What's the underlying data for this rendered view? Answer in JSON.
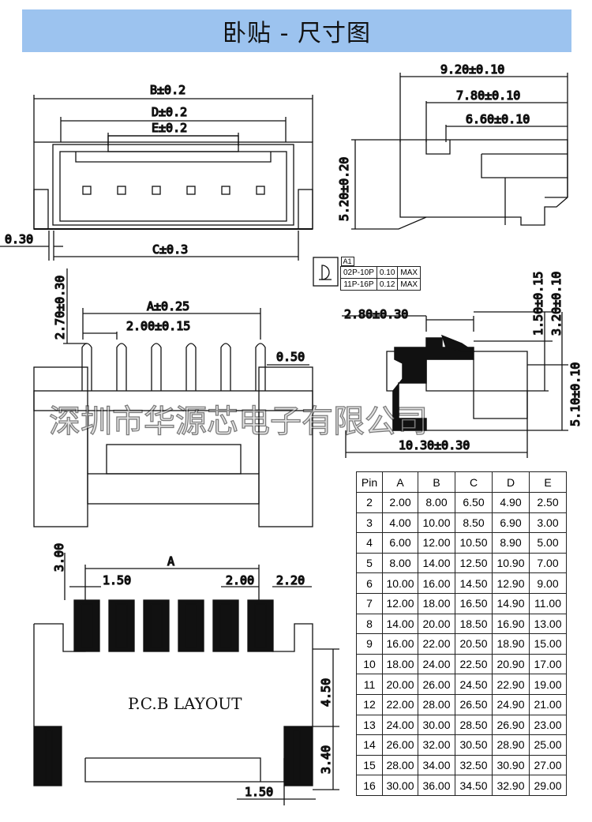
{
  "title": "卧贴 - 尺寸图",
  "watermark": "深圳市华源芯电子有限公司",
  "labels": {
    "b": "B±0.2",
    "d": "D±0.2",
    "e": "E±0.2",
    "c": "C±0.3",
    "off": "0.30",
    "s920": "9.20±0.10",
    "s780": "7.80±0.10",
    "s660": "6.60±0.10",
    "s520": "5.20±0.20",
    "a025": "A±0.25",
    "p200": "2.00±0.15",
    "h270": "2.70±0.30",
    "w050": "0.50",
    "s280": "2.80±0.30",
    "s150": "1.50±0.15",
    "s320": "3.20±0.10",
    "s510": "5.10±0.10",
    "s1030": "10.30±0.30",
    "pa": "A",
    "p300": "3.00",
    "p150": "1.50",
    "p2": "2.00",
    "p220": "2.20",
    "p450": "4.50",
    "p340": "3.40",
    "p150b": "1.50",
    "pcb": "P.C.B LAYOUT"
  },
  "tolerance": {
    "mark": "A1",
    "rows": [
      [
        "02P-10P",
        "0.10",
        "MAX"
      ],
      [
        "11P-16P",
        "0.12",
        "MAX"
      ]
    ]
  },
  "table": {
    "headers": [
      "Pin",
      "A",
      "B",
      "C",
      "D",
      "E"
    ],
    "rows": [
      [
        "2",
        "2.00",
        "8.00",
        "6.50",
        "4.90",
        "2.50"
      ],
      [
        "3",
        "4.00",
        "10.00",
        "8.50",
        "6.90",
        "3.00"
      ],
      [
        "4",
        "6.00",
        "12.00",
        "10.50",
        "8.90",
        "5.00"
      ],
      [
        "5",
        "8.00",
        "14.00",
        "12.50",
        "10.90",
        "7.00"
      ],
      [
        "6",
        "10.00",
        "16.00",
        "14.50",
        "12.90",
        "9.00"
      ],
      [
        "7",
        "12.00",
        "18.00",
        "16.50",
        "14.90",
        "11.00"
      ],
      [
        "8",
        "14.00",
        "20.00",
        "18.50",
        "16.90",
        "13.00"
      ],
      [
        "9",
        "16.00",
        "22.00",
        "20.50",
        "18.90",
        "15.00"
      ],
      [
        "10",
        "18.00",
        "24.00",
        "22.50",
        "20.90",
        "17.00"
      ],
      [
        "11",
        "20.00",
        "26.00",
        "24.50",
        "22.90",
        "19.00"
      ],
      [
        "12",
        "22.00",
        "28.00",
        "26.50",
        "24.90",
        "21.00"
      ],
      [
        "13",
        "24.00",
        "30.00",
        "28.50",
        "26.90",
        "23.00"
      ],
      [
        "14",
        "26.00",
        "32.00",
        "30.50",
        "28.90",
        "25.00"
      ],
      [
        "15",
        "28.00",
        "34.00",
        "32.50",
        "30.90",
        "27.00"
      ],
      [
        "16",
        "30.00",
        "36.00",
        "34.50",
        "32.90",
        "29.00"
      ]
    ]
  }
}
